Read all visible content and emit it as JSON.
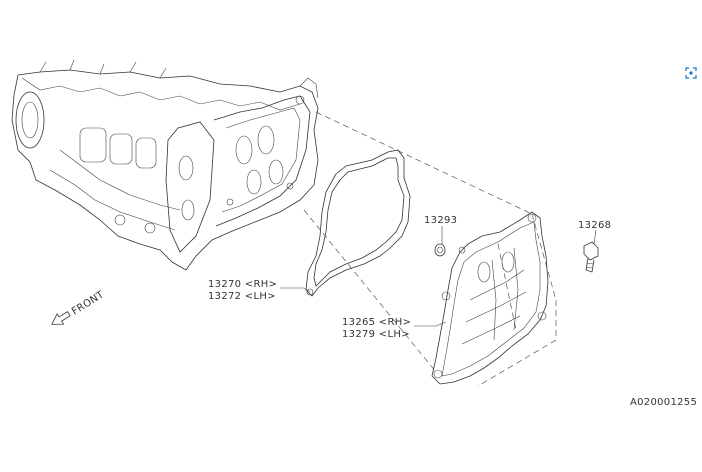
{
  "diagram": {
    "parts": [
      {
        "number": "13270",
        "side": "<RH>"
      },
      {
        "number": "13272",
        "side": "<LH>"
      },
      {
        "number": "13265",
        "side": "<RH>"
      },
      {
        "number": "13279",
        "side": "<LH>"
      },
      {
        "number": "13293"
      },
      {
        "number": "13268"
      }
    ],
    "direction_label": "FRONT",
    "diagram_code": "A020001255"
  },
  "toolbar": {
    "fit_icon": "expand-view-icon",
    "accent_color": "#1a73c8"
  }
}
